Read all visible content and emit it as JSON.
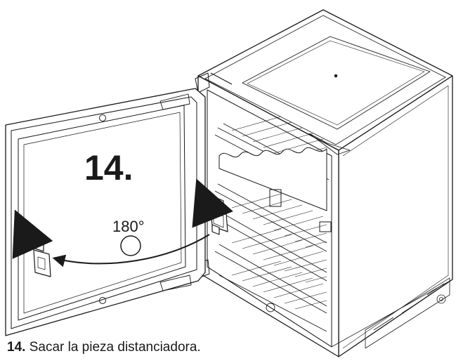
{
  "figure": {
    "step_number_large": "14.",
    "rotation_angle": "180°"
  },
  "caption": {
    "step_number": "14.",
    "text": "Sacar la pieza distanciadora."
  }
}
